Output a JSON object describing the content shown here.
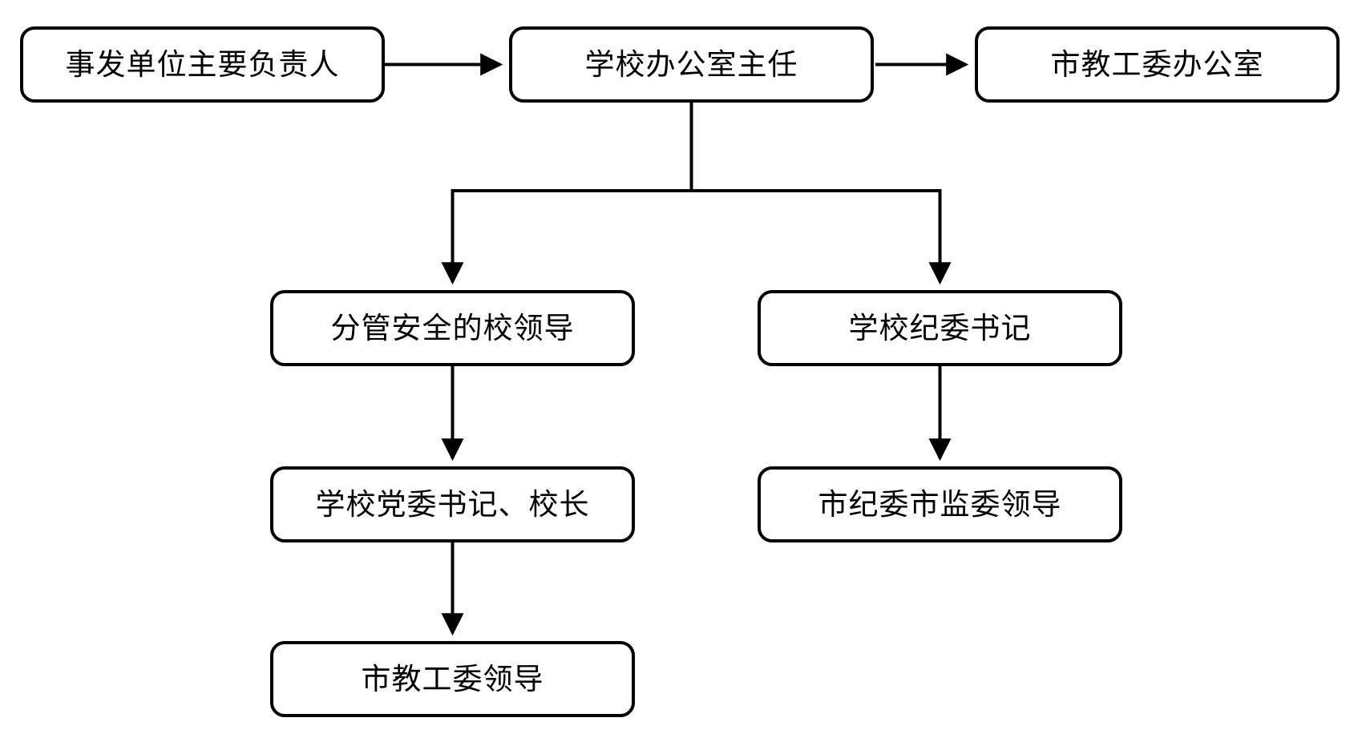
{
  "diagram": {
    "type": "flowchart",
    "nodes": [
      {
        "id": "incident-unit-head",
        "label": "事发单位主要负责人"
      },
      {
        "id": "school-office-director",
        "label": "学校办公室主任"
      },
      {
        "id": "city-edu-committee-office",
        "label": "市教工委办公室"
      },
      {
        "id": "safety-school-leader",
        "label": "分管安全的校领导"
      },
      {
        "id": "school-discipline-secretary",
        "label": "学校纪委书记"
      },
      {
        "id": "party-secretary-principal",
        "label": "学校党委书记、校长"
      },
      {
        "id": "city-discipline-leaders",
        "label": "市纪委市监委领导"
      },
      {
        "id": "city-edu-committee-leaders",
        "label": "市教工委领导"
      }
    ],
    "edges": [
      {
        "from": "事发单位主要负责人",
        "to": "学校办公室主任"
      },
      {
        "from": "学校办公室主任",
        "to": "市教工委办公室"
      },
      {
        "from": "学校办公室主任",
        "to": "分管安全的校领导"
      },
      {
        "from": "学校办公室主任",
        "to": "学校纪委书记"
      },
      {
        "from": "分管安全的校领导",
        "to": "学校党委书记、校长"
      },
      {
        "from": "学校党委书记、校长",
        "to": "市教工委领导"
      },
      {
        "from": "学校纪委书记",
        "to": "市纪委市监委领导"
      }
    ],
    "colors": {
      "background": "#ffffff",
      "box_fill": "#ffffff",
      "box_border": "#000000",
      "line": "#000000",
      "text": "#000000"
    }
  }
}
